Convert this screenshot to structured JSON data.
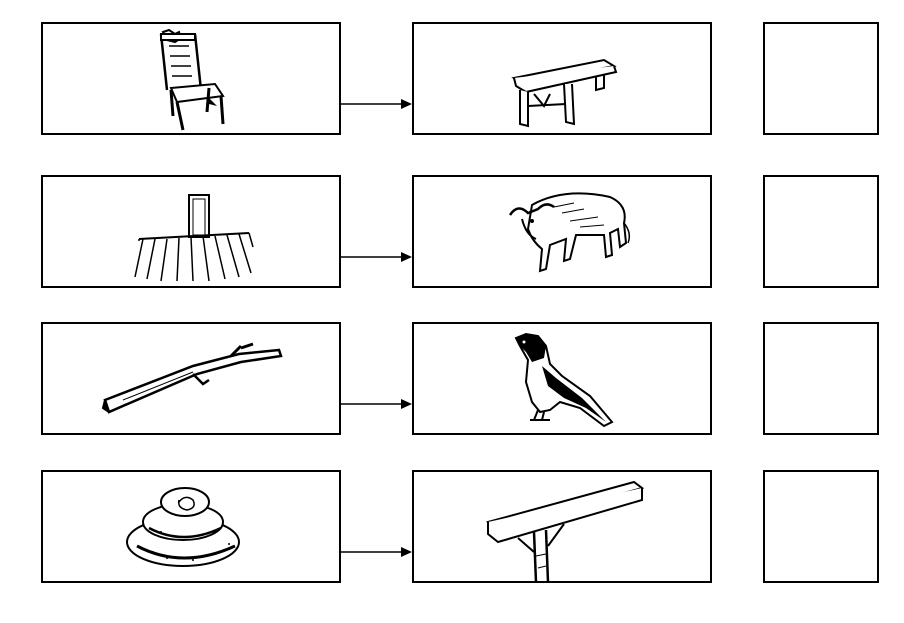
{
  "worksheet": {
    "rows": [
      {
        "source": "chair-picture",
        "target": "table-picture",
        "answer": ""
      },
      {
        "source": "floor-with-door-picture",
        "target": "water-buffalo-picture",
        "answer": ""
      },
      {
        "source": "tree-branch-picture",
        "target": "bird-picture",
        "answer": ""
      },
      {
        "source": "bun-roll-picture",
        "target": "wooden-beam-post-picture",
        "answer": ""
      }
    ]
  },
  "colors": {
    "line": "#000000",
    "background": "#ffffff"
  }
}
